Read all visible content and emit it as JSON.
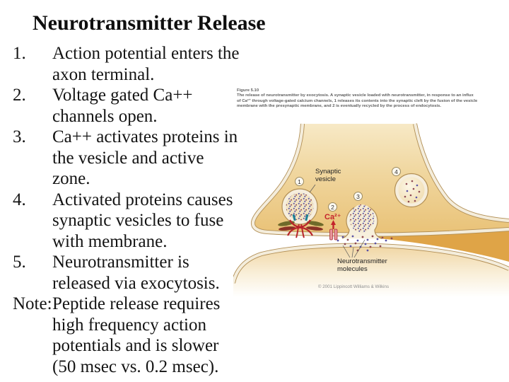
{
  "slide": {
    "title": "Neurotransmitter Release",
    "list": [
      {
        "marker": "1.",
        "lines": [
          "Action potential enters the",
          "axon terminal."
        ]
      },
      {
        "marker": "2.",
        "lines": [
          "Voltage gated Ca++",
          "channels open."
        ]
      },
      {
        "marker": "3.",
        "lines": [
          "Ca++ activates proteins in",
          "the vesicle and active",
          "zone."
        ]
      },
      {
        "marker": "4.",
        "lines": [
          "Activated proteins causes",
          "synaptic vesicles to fuse",
          "with membrane."
        ]
      },
      {
        "marker": "5.",
        "lines": [
          "Neurotransmitter is",
          "released via exocytosis."
        ]
      },
      {
        "marker": "Note:",
        "lines": [
          "Peptide release requires",
          "high frequency action",
          "potentials and is slower",
          "(50 msec vs. 0.2 msec)."
        ]
      }
    ]
  },
  "figure": {
    "caption_title": "Figure 5.10",
    "caption_lines": [
      "The release of neurotransmitter by exocytosis. A synaptic vesicle loaded with neurotransmitter, in response to an influx",
      "of Ca²⁺ through voltage-gated calcium channels, 1 releases its contents into the synaptic cleft by the fusion of the vesicle",
      "membrane with the presynaptic membrane, and 2 is eventually recycled by the process of endocytosis."
    ],
    "markers": {
      "m1": "1",
      "m2": "2",
      "m3": "3",
      "m4": "4"
    },
    "labels": {
      "synaptic_vesicle": [
        "Synaptic",
        "vesicle"
      ],
      "neurotransmitter": [
        "Neurotransmitter",
        "molecules"
      ],
      "calcium": "Ca²⁺"
    },
    "credit": "© 2001 Lippincott Williams & Wilkins",
    "colors": {
      "terminal_fill_top": "#f7e9c6",
      "terminal_fill_bottom": "#e9c277",
      "cleft_wedge": "#dfa447",
      "membrane_line": "#b28f55",
      "membrane_band": "#f4eddc",
      "calcium_red": "#c4232b",
      "dot_purple": "#5a52a5",
      "dot_maroon": "#8f4952"
    }
  }
}
